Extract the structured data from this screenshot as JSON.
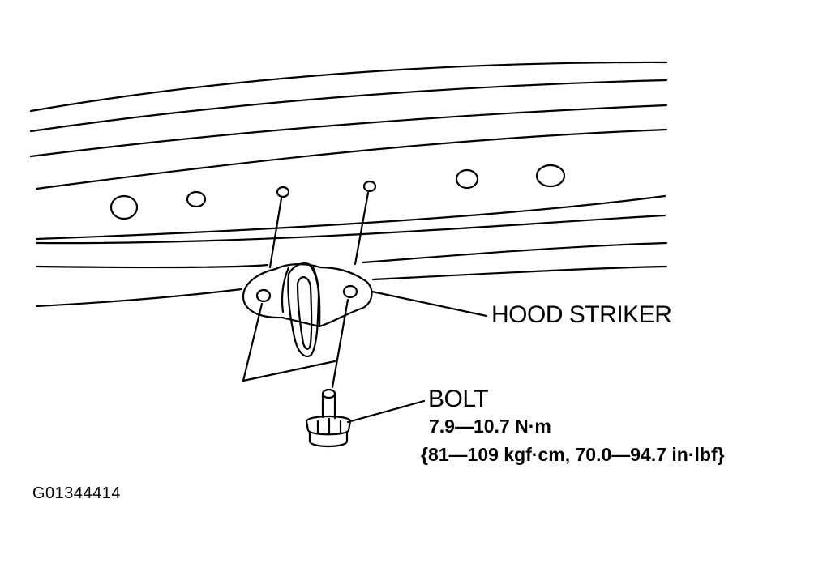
{
  "labels": {
    "hood_striker": "HOOD STRIKER",
    "bolt": "BOLT",
    "torque_nm": "7.9—10.7 N·m",
    "torque_alt": "{81—109 kgf·cm, 70.0—94.7 in·lbf}",
    "figure_id": "G01344414"
  },
  "colors": {
    "line": "#000000",
    "background": "#ffffff"
  }
}
